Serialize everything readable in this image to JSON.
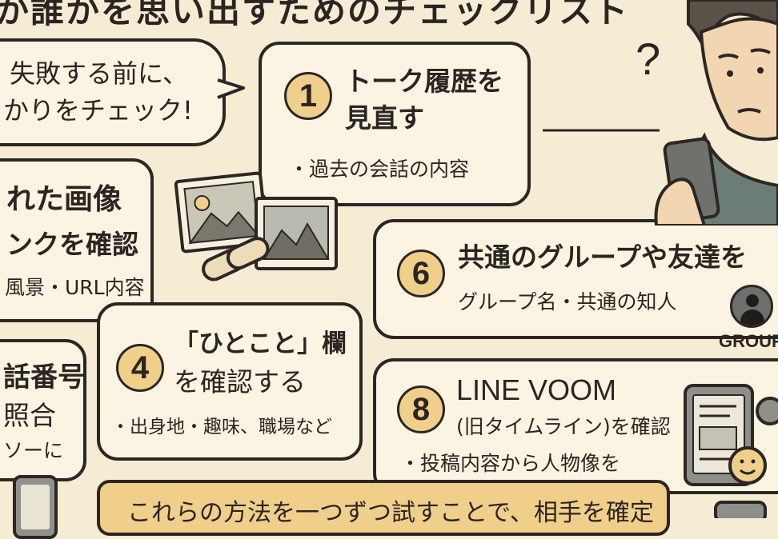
{
  "title": "か誰かを思い出すためのチェックリスト",
  "bubble": {
    "line1": "失敗する前に、",
    "line2": "かりをチェック!"
  },
  "question_mark": "?",
  "steps": [
    {
      "number": "1",
      "heading_line1": "トーク履歴を",
      "heading_line2": "見直す",
      "detail": "・過去の会話の内容"
    },
    {
      "number": "",
      "heading_line1": "れた画像",
      "heading_line2": "ンクを確認",
      "detail": "風景・URL内容"
    },
    {
      "number": "4",
      "heading_line1": "「ひとこと」欄",
      "heading_line2": "を確認する",
      "detail": "・出身地・趣味、職場など"
    },
    {
      "number": "",
      "heading_line1": "話番号",
      "heading_line2": "照合",
      "detail": "ソーに"
    },
    {
      "number": "6",
      "heading_line1": "共通のグループや友達を",
      "heading_line2": "",
      "detail": "グループ名・共通の知人"
    },
    {
      "number": "8",
      "heading_line1": "LINE VOOM",
      "heading_line2": "(旧タイムライン)を確認",
      "detail": "・投稿内容から人物像を"
    }
  ],
  "group_label": "GROUP",
  "footer": "これらの方法を一つずつ試すことで、相手を確定"
}
